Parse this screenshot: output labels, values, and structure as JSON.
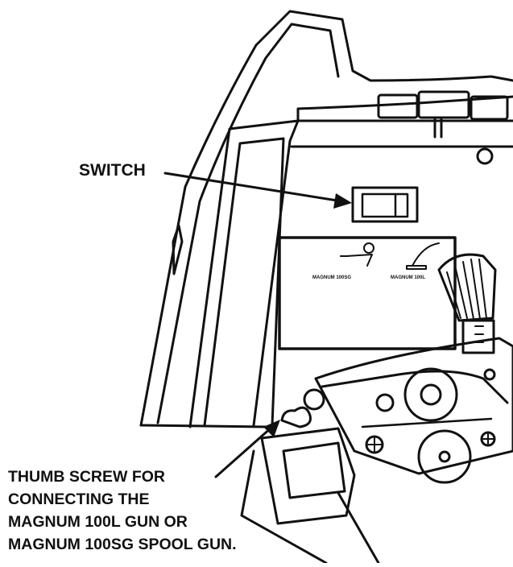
{
  "callouts": {
    "switch": "SWITCH",
    "thumb_screw_lines": [
      "THUMB SCREW FOR",
      "CONNECTING THE",
      "MAGNUM 100L GUN OR",
      "MAGNUM 100SG SPOOL GUN."
    ]
  },
  "panel_labels": {
    "spool_gun": "MAGNUM 100SG",
    "gun": "MAGNUM 100L"
  },
  "colors": {
    "line": "#111111",
    "background": "#ffffff"
  }
}
